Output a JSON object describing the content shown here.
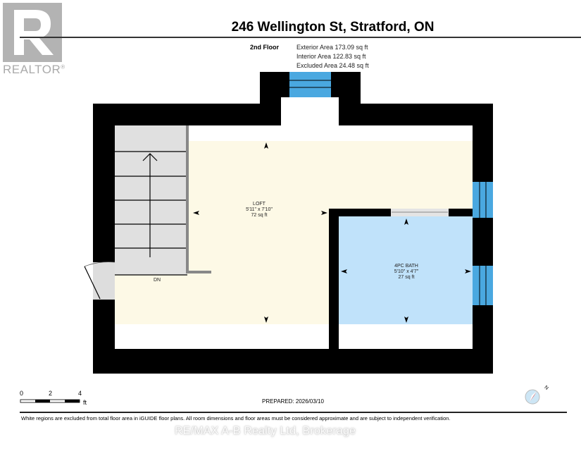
{
  "logo": {
    "text": "REALTOR",
    "mark": "®"
  },
  "header": {
    "title": "246 Wellington St, Stratford, ON"
  },
  "floor": {
    "name": "2nd Floor",
    "exterior_area": "Exterior Area 173.09 sq ft",
    "interior_area": "Interior Area 122.83 sq ft",
    "excluded_area": "Excluded Area 24.48 sq ft"
  },
  "rooms": [
    {
      "name": "LOFT",
      "dims": "5'11\" x 7'10\"",
      "area": "72 sq ft"
    },
    {
      "name": "4PC BATH",
      "dims": "5'10\" x 4'7\"",
      "area": "27 sq ft"
    }
  ],
  "stairs_label": "DN",
  "scale": {
    "ticks": [
      "0",
      "2",
      "4"
    ],
    "unit": "ft"
  },
  "prepared": "PREPARED: 2026/03/10",
  "compass_label": "N",
  "disclaimer": "White regions are excluded from total floor area in iGUIDE floor plans. All room dimensions and floor areas must be considered approximate and are subject to independent verification.",
  "watermark": "RE/MAX A-B Realty Ltd, Brokerage",
  "colors": {
    "wall": "#000000",
    "loft": "#fdf9e6",
    "bath": "#c0e2fa",
    "window": "#4aa8e0",
    "stairs": "#e0e0e0"
  }
}
